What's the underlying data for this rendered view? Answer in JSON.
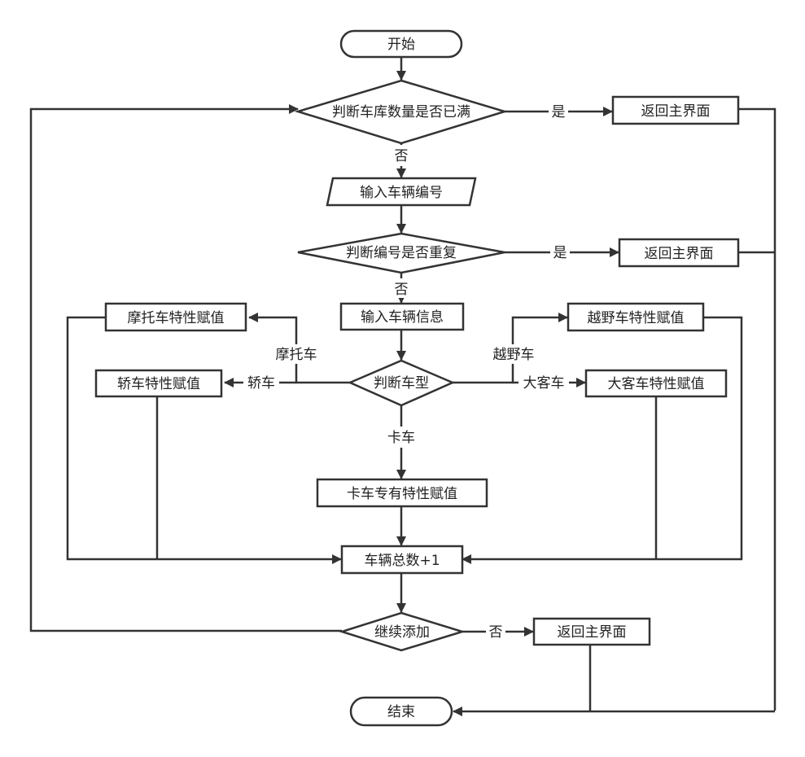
{
  "nodes": {
    "start": "开始",
    "check_full": "判断车库数量是否已满",
    "return_main_1": "返回主界面",
    "input_id": "输入车辆编号",
    "check_dup": "判断编号是否重复",
    "return_main_2": "返回主界面",
    "input_info": "输入车辆信息",
    "check_type": "判断车型",
    "moto_attrs": "摩托车特性赋值",
    "sedan_attrs": "轿车特性赋值",
    "offroad_attrs": "越野车特性赋值",
    "bus_attrs": "大客车特性赋值",
    "truck_attrs": "卡车专有特性赋值",
    "total_plus": "车辆总数+1",
    "continue_add": "继续添加",
    "return_main_3": "返回主界面",
    "end": "结束"
  },
  "edges": {
    "full_yes": "是",
    "full_no": "否",
    "dup_yes": "是",
    "dup_no": "否",
    "type_moto": "摩托车",
    "type_sedan": "轿车",
    "type_offroad": "越野车",
    "type_bus": "大客车",
    "type_truck": "卡车",
    "continue_no": "否"
  },
  "colors": {
    "stroke": "#333333",
    "fill": "#ffffff",
    "text": "#222222"
  }
}
